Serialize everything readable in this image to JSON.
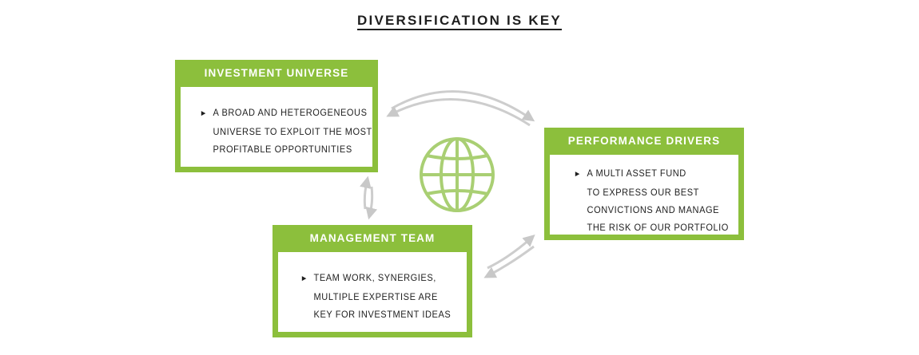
{
  "title": "DIVERSIFICATION IS KEY",
  "colors": {
    "accent": "#8cbf3c",
    "globe": "#a9cf73",
    "arrow": "#c8c8c8",
    "text": "#1e1e1e"
  },
  "boxes": {
    "universe": {
      "header": "INVESTMENT UNIVERSE",
      "lines": [
        "A BROAD AND HETEROGENEOUS",
        "UNIVERSE TO EXPLOIT THE MOST",
        "PROFITABLE OPPORTUNITIES"
      ]
    },
    "drivers": {
      "header": "PERFORMANCE DRIVERS",
      "lines": [
        "A MULTI ASSET FUND",
        "TO EXPRESS OUR BEST",
        "CONVICTIONS AND MANAGE",
        "THE RISK OF OUR PORTFOLIO"
      ]
    },
    "team": {
      "header": "MANAGEMENT TEAM",
      "lines": [
        "TEAM WORK, SYNERGIES,",
        "MULTIPLE EXPERTISE ARE",
        "KEY FOR INVESTMENT IDEAS"
      ]
    }
  },
  "center_icon": "globe-icon",
  "connector_icon": "double-arrow-icon"
}
